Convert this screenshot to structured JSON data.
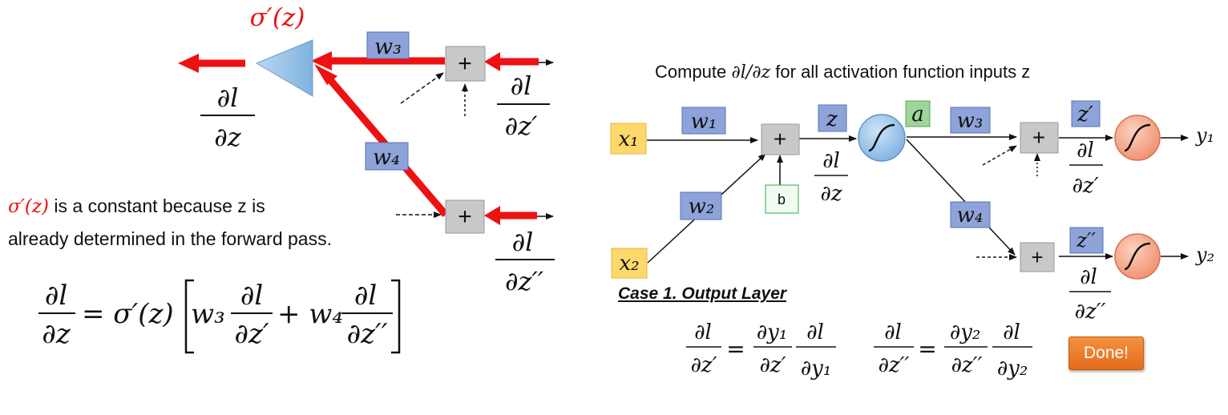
{
  "left": {
    "sigma_label": "σ′(z)",
    "weights": {
      "w3": "w₃",
      "w4": "w₄"
    },
    "plus_symbol": "+",
    "grad_dz": {
      "num": "∂l",
      "den": "∂z"
    },
    "grad_dz1": {
      "num": "∂l",
      "den": "∂z′"
    },
    "grad_dz2": {
      "num": "∂l",
      "den": "∂z′′"
    },
    "note": {
      "sigma": "σ′(z)",
      "line1_rest": " is a constant because z is",
      "line2": "already determined in the forward pass."
    },
    "formula": {
      "lhs_num": "∂l",
      "lhs_den": "∂z",
      "equals_sigma": "= σ′(z)",
      "w3": "w₃",
      "t1_num": "∂l",
      "t1_den": "∂z′",
      "plus_w4": "+ w₄",
      "t2_num": "∂l",
      "t2_den": "∂z′′"
    }
  },
  "right": {
    "title_prefix": "Compute ",
    "title_math": "∂l/∂z",
    "title_suffix": " for all activation function inputs z",
    "inputs": {
      "x1": "x₁",
      "x2": "x₂"
    },
    "weights": {
      "w1": "w₁",
      "w2": "w₂",
      "w3": "w₃",
      "w4": "w₄"
    },
    "bias": "b",
    "z": "z",
    "a": "a",
    "z1": "z′",
    "z2": "z′′",
    "plus_symbol": "+",
    "outputs": {
      "y1": "y₁",
      "y2": "y₂"
    },
    "grad_dz": {
      "num": "∂l",
      "den": "∂z"
    },
    "grad_dz1": {
      "num": "∂l",
      "den": "∂z′"
    },
    "grad_dz2": {
      "num": "∂l",
      "den": "∂z′′"
    },
    "case_label": "Case 1. Output Layer",
    "eq1": {
      "lhs_num": "∂l",
      "lhs_den": "∂z′",
      "eq": "=",
      "r1_num": "∂y₁",
      "r1_den": "∂z′",
      "r2_num": "∂l",
      "r2_den": "∂y₁"
    },
    "eq2": {
      "lhs_num": "∂l",
      "lhs_den": "∂z′′",
      "eq": "=",
      "r1_num": "∂y₂",
      "r1_den": "∂z′′",
      "r2_num": "∂l",
      "r2_den": "∂y₂"
    },
    "done_label": "Done!"
  },
  "colors": {
    "gradient_red": "#ee1111",
    "weight_box": "#8ea3da",
    "z_box": "#8ea3da",
    "a_box": "#9fd49b",
    "input_box": "#ffd86b",
    "bias_border": "#2fae4a",
    "sigmoid_blue": "#8dbde8",
    "sigmoid_orange": "#f6a487",
    "triangle": "#8fbfe6",
    "plus_box": "#c8c8c8",
    "done": "#ee7a22"
  }
}
